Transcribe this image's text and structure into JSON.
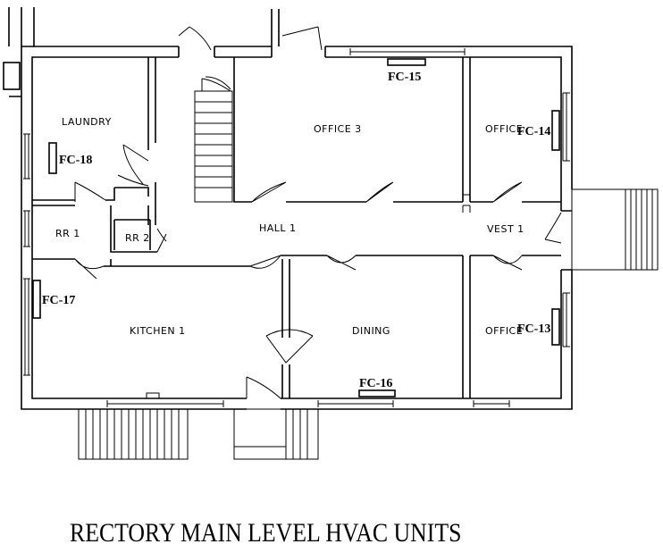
{
  "title": "RECTORY MAIN LEVEL HVAC UNITS",
  "rooms": {
    "laundry": "LAUNDRY",
    "office3": "OFFICE 3",
    "office_upper_right": "OFFICE",
    "rr1": "RR 1",
    "rr2": "RR 2",
    "hall1": "HALL 1",
    "vest1": "VEST 1",
    "kitchen1": "KITCHEN 1",
    "dining": "DINING",
    "office_lower_right": "OFFICE"
  },
  "units": {
    "fc13": "FC-13",
    "fc14": "FC-14",
    "fc15": "FC-15",
    "fc16": "FC-16",
    "fc17": "FC-17",
    "fc18": "FC-18"
  }
}
